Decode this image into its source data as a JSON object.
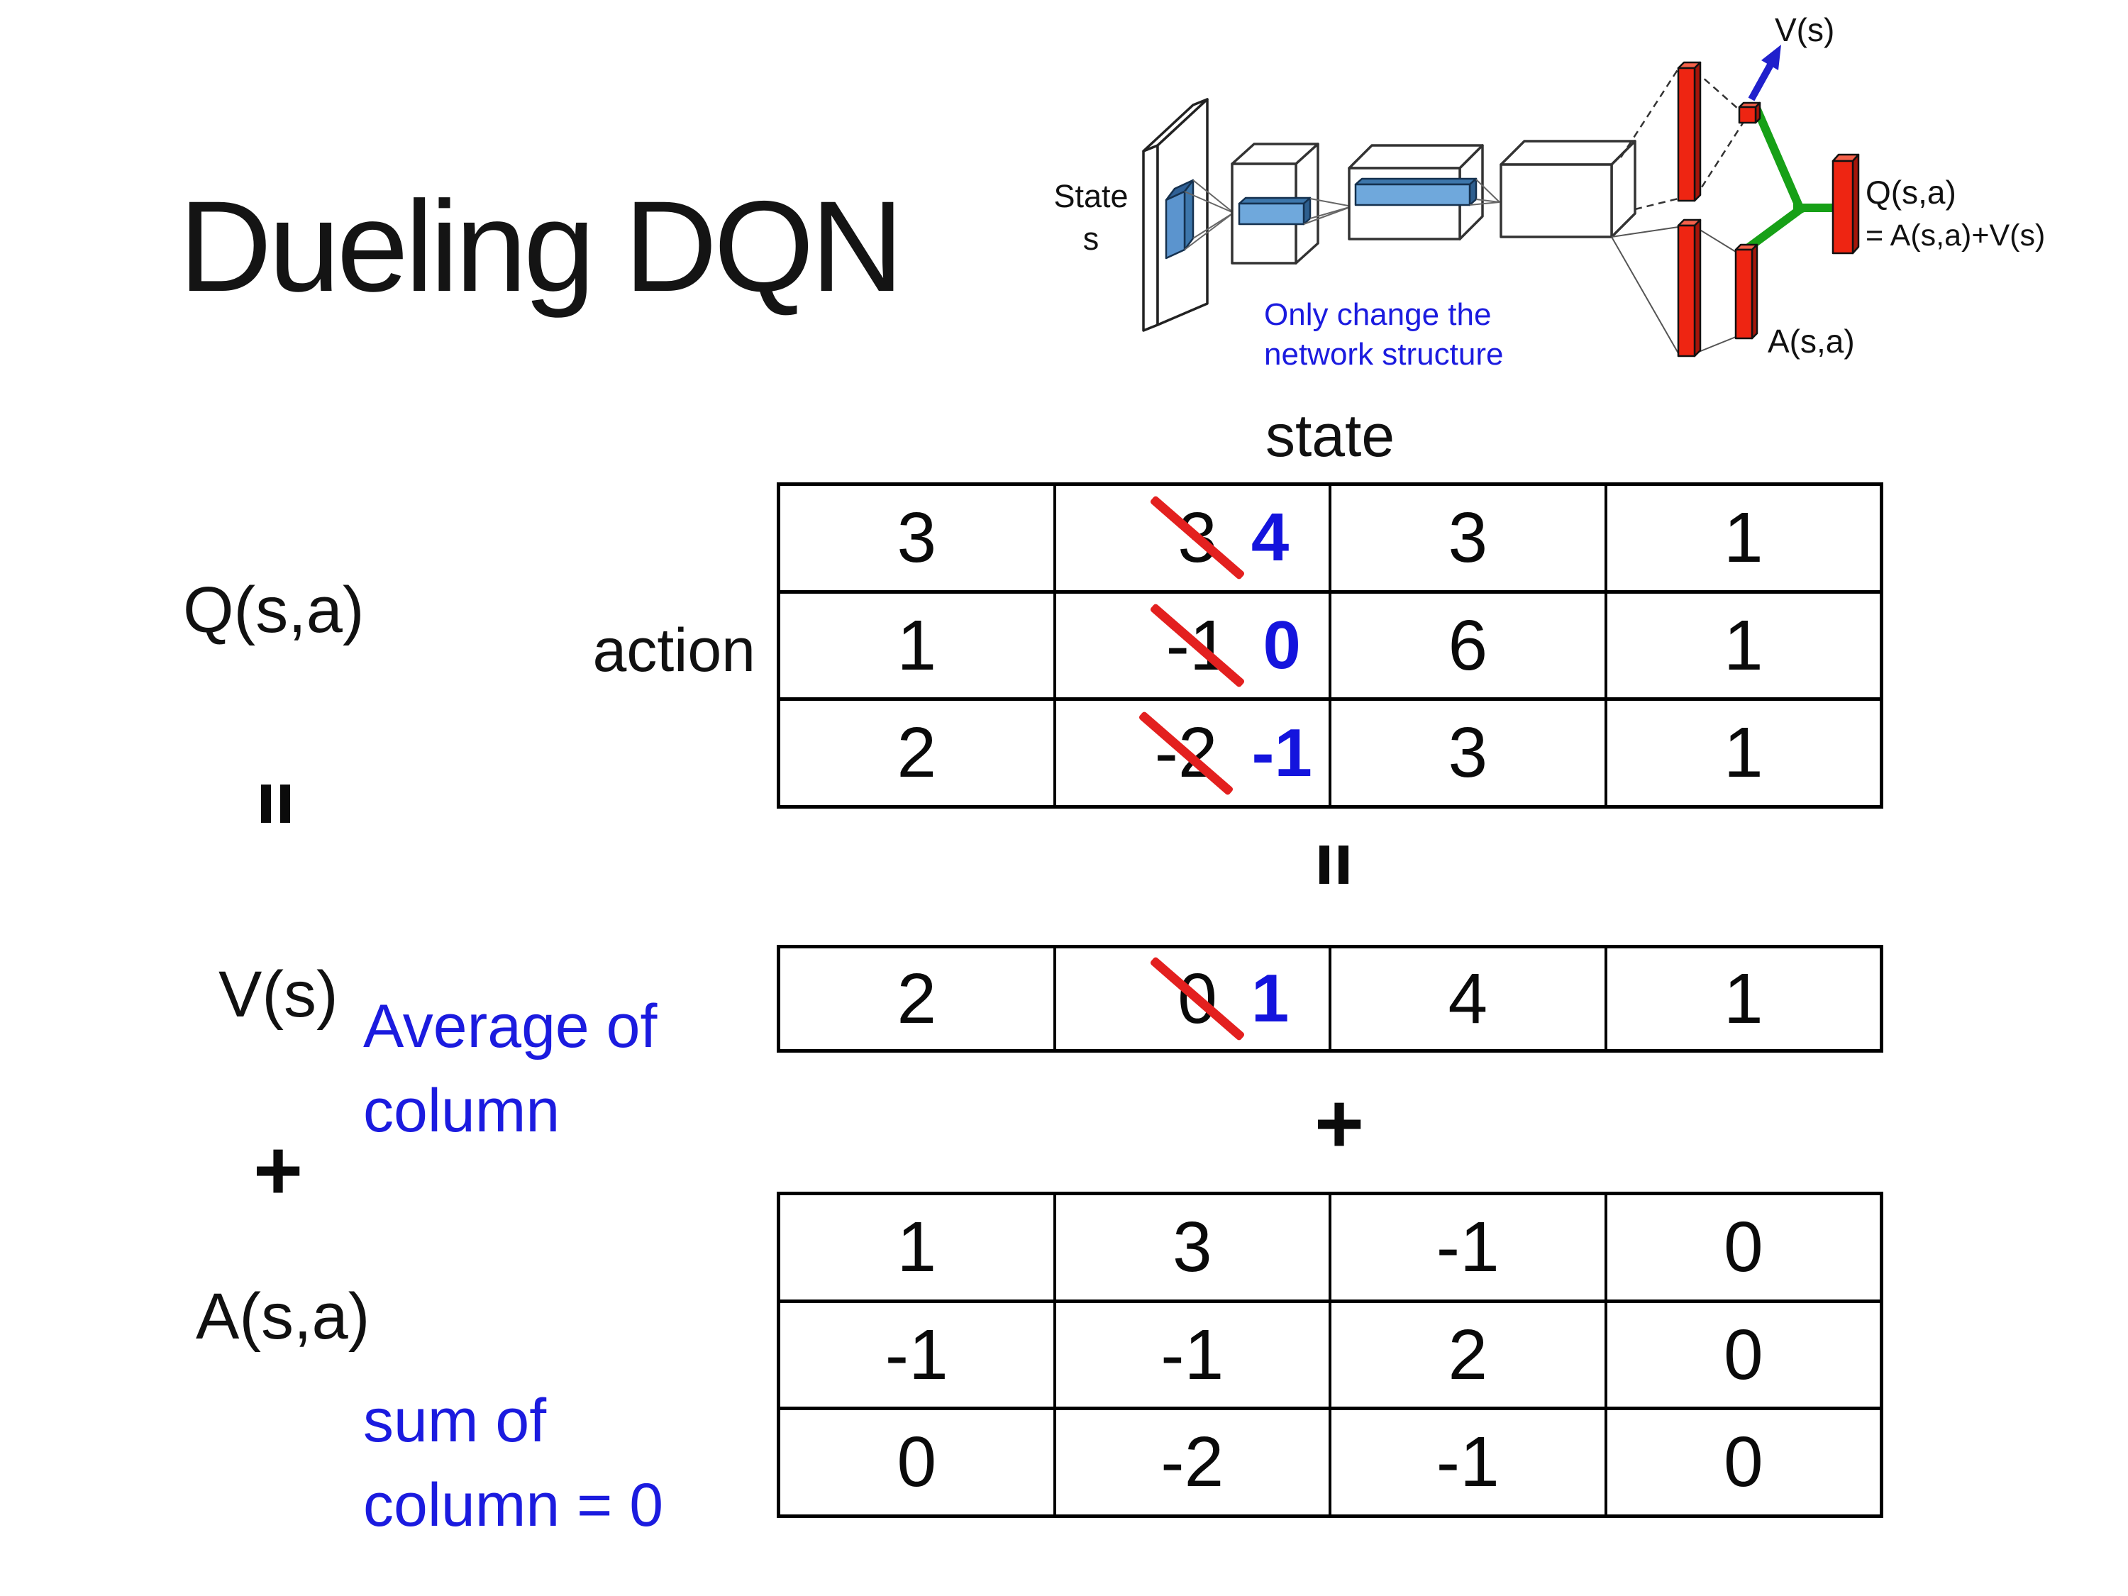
{
  "slide": {
    "title": "Dueling DQN"
  },
  "colors": {
    "accent_blue_text": "#1b1bdf",
    "new_value_blue": "#1414dd",
    "strike_red": "#e3201f",
    "bar_red": "#ee2512",
    "conv_blue": "#5b94ce",
    "link_green": "#17a017",
    "arrow_blue": "#2020cc"
  },
  "diagram": {
    "state_line1": "State",
    "state_line2": "s",
    "note_line1": "Only change the",
    "note_line2": "network structure",
    "v_out_label": "V(s)",
    "a_out_label": "A(s,a)",
    "q_out_line1": "Q(s,a)",
    "q_out_line2": "= A(s,a)+V(s)"
  },
  "equation": {
    "q_label": "Q(s,a)",
    "action_label": "action",
    "state_label": "state",
    "v_label": "V(s)",
    "a_label": "A(s,a)",
    "plus": "+",
    "v_note_line1": "Average of",
    "v_note_line2": "column",
    "a_note_line1": "sum of",
    "a_note_line2": "column = 0"
  },
  "q_table": {
    "rows": [
      [
        "3",
        {
          "old": "3",
          "new": "4"
        },
        "3",
        "1"
      ],
      [
        "1",
        {
          "old": "-1",
          "new": "0"
        },
        "6",
        "1"
      ],
      [
        "2",
        {
          "old": "-2",
          "new": "-1"
        },
        "3",
        "1"
      ]
    ]
  },
  "v_table": {
    "rows": [
      [
        "2",
        {
          "old": "0",
          "new": "1"
        },
        "4",
        "1"
      ]
    ]
  },
  "a_table": {
    "rows": [
      [
        "1",
        "3",
        "-1",
        "0"
      ],
      [
        "-1",
        "-1",
        "2",
        "0"
      ],
      [
        "0",
        "-2",
        "-1",
        "0"
      ]
    ]
  }
}
